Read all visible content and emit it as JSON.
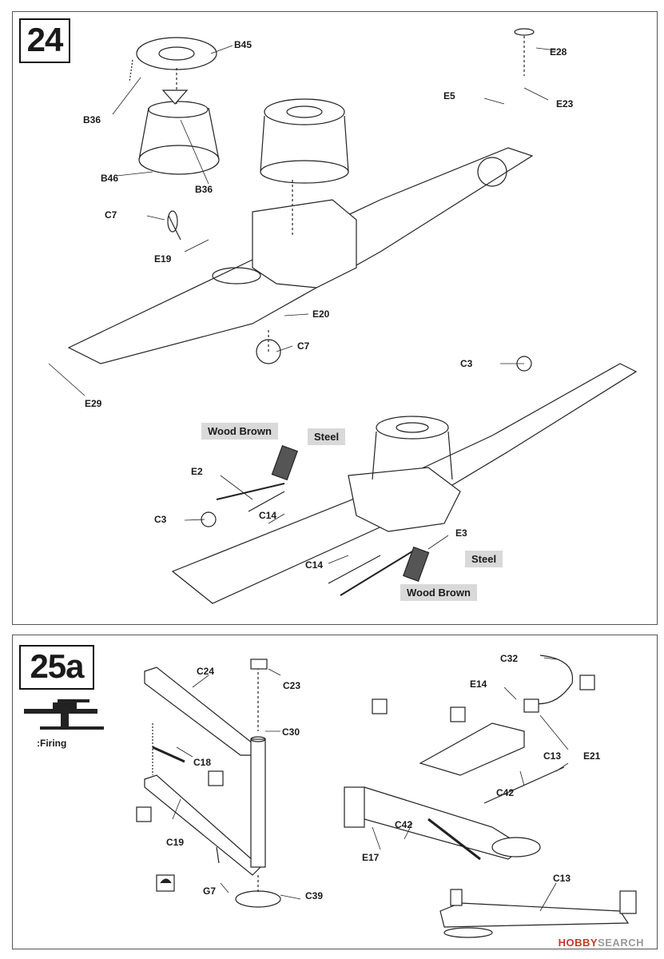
{
  "step24": {
    "number": "24",
    "parts": {
      "b45": "B45",
      "b36a": "B36",
      "b46": "B46",
      "b36b": "B36",
      "c7a": "C7",
      "e19": "E19",
      "e20": "E20",
      "c7b": "C7",
      "e29": "E29",
      "e28": "E28",
      "e23": "E23",
      "e5": "E5",
      "c3a": "C3",
      "c3b": "C3",
      "e2": "E2",
      "c14a": "C14",
      "c14b": "C14",
      "e3": "E3"
    },
    "paints": {
      "wood_brown_1": "Wood Brown",
      "steel_1": "Steel",
      "steel_2": "Steel",
      "wood_brown_2": "Wood Brown"
    }
  },
  "step25a": {
    "number": "25a",
    "mode_label": ":Firing",
    "parts": {
      "c24": "C24",
      "c23": "C23",
      "c30": "C30",
      "c18": "C18",
      "c19": "C19",
      "g7": "G7",
      "c39": "C39",
      "c32": "C32",
      "e14": "E14",
      "e21": "E21",
      "c13a": "C13",
      "c42a": "C42",
      "c42b": "C42",
      "e17": "E17",
      "c13b": "C13"
    }
  },
  "watermark": {
    "brand": "HOBBY",
    "suffix": "SEARCH"
  }
}
